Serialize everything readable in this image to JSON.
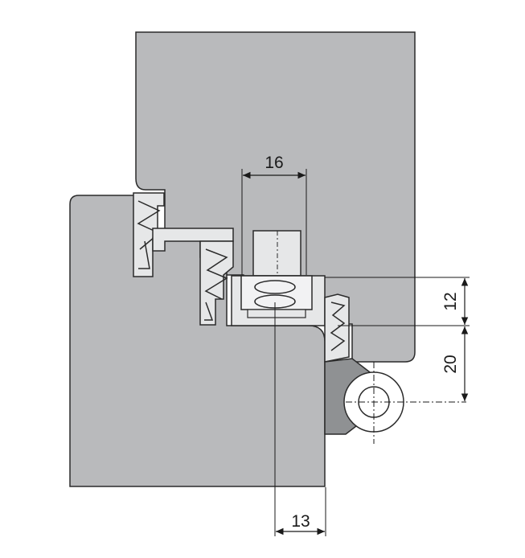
{
  "colors": {
    "background": "#ffffff",
    "profile_fill": "#b9babc",
    "profile_stroke": "#2b2b2b",
    "part_fill": "#e6e7e8",
    "line": "#1a1a1a"
  },
  "dimensions": {
    "top": "16",
    "right_upper": "12",
    "right_lower": "20",
    "bottom": "13"
  }
}
